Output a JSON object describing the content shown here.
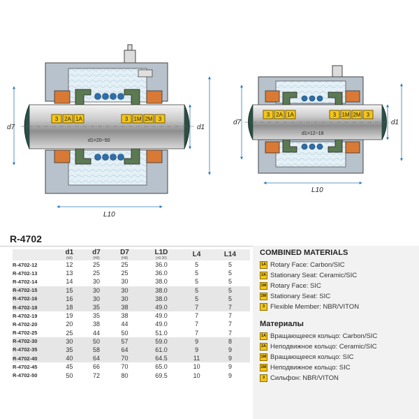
{
  "drawing": {
    "left_labels": {
      "d7": "d7",
      "d1": "d1",
      "L10": "L10",
      "range": "d1=20~50"
    },
    "right_labels": {
      "d7": "d7",
      "d1": "d1",
      "L10": "L10",
      "range": "d1=12~16"
    },
    "part_tags": [
      "3",
      "2A",
      "1A",
      "3",
      "1M",
      "2M",
      "3"
    ]
  },
  "table": {
    "title": "R-4702",
    "headers": [
      {
        "main": "",
        "sub": ""
      },
      {
        "main": "d1",
        "sub": "(h8)"
      },
      {
        "main": "d7",
        "sub": "(H8)"
      },
      {
        "main": "D7",
        "sub": "(H8)"
      },
      {
        "main": "L1D",
        "sub": "(±0.30)"
      },
      {
        "main": "L4",
        "sub": ""
      },
      {
        "main": "L14",
        "sub": ""
      }
    ],
    "rows": [
      {
        "model": "R-4702-12",
        "d1": "12",
        "d7": "25",
        "D7": "25",
        "L1D": "36.0",
        "L4": "5",
        "L14": "5"
      },
      {
        "model": "R-4702-13",
        "d1": "13",
        "d7": "25",
        "D7": "25",
        "L1D": "36.0",
        "L4": "5",
        "L14": "5"
      },
      {
        "model": "R-4702-14",
        "d1": "14",
        "d7": "30",
        "D7": "30",
        "L1D": "38.0",
        "L4": "5",
        "L14": "5"
      },
      {
        "model": "R-4702-15",
        "d1": "15",
        "d7": "30",
        "D7": "30",
        "L1D": "38.0",
        "L4": "5",
        "L14": "5"
      },
      {
        "model": "R-4702-16",
        "d1": "16",
        "d7": "30",
        "D7": "30",
        "L1D": "38.0",
        "L4": "5",
        "L14": "5"
      },
      {
        "model": "R-4702-18",
        "d1": "18",
        "d7": "35",
        "D7": "38",
        "L1D": "49.0",
        "L4": "7",
        "L14": "7"
      },
      {
        "model": "R-4702-19",
        "d1": "19",
        "d7": "35",
        "D7": "38",
        "L1D": "49.0",
        "L4": "7",
        "L14": "7"
      },
      {
        "model": "R-4702-20",
        "d1": "20",
        "d7": "38",
        "D7": "44",
        "L1D": "49.0",
        "L4": "7",
        "L14": "7"
      },
      {
        "model": "R-4702-25",
        "d1": "25",
        "d7": "44",
        "D7": "50",
        "L1D": "51.0",
        "L4": "7",
        "L14": "7"
      },
      {
        "model": "R-4702-30",
        "d1": "30",
        "d7": "50",
        "D7": "57",
        "L1D": "59.0",
        "L4": "9",
        "L14": "8"
      },
      {
        "model": "R-4702-35",
        "d1": "35",
        "d7": "58",
        "D7": "64",
        "L1D": "61.0",
        "L4": "9",
        "L14": "9"
      },
      {
        "model": "R-4702-40",
        "d1": "40",
        "d7": "64",
        "D7": "70",
        "L1D": "64.5",
        "L4": "11",
        "L14": "9"
      },
      {
        "model": "R-4702-45",
        "d1": "45",
        "d7": "66",
        "D7": "70",
        "L1D": "65.0",
        "L4": "10",
        "L14": "9"
      },
      {
        "model": "R-4702-50",
        "d1": "50",
        "d7": "72",
        "D7": "80",
        "L1D": "69.5",
        "L4": "10",
        "L14": "9"
      }
    ]
  },
  "materials": {
    "en_title": "COMBINED MATERIALS",
    "en_items": [
      {
        "tag": "1A",
        "text": "Rotary Face: Carbon/SIC"
      },
      {
        "tag": "2A",
        "text": "Stationary Seat: Ceramic/SIC"
      },
      {
        "tag": "1M",
        "text": "Rotary Face: SIC"
      },
      {
        "tag": "2M",
        "text": "Stationary Seat: SIC"
      },
      {
        "tag": "3",
        "text": "Flexible Member: NBR/VITON"
      }
    ],
    "ru_title": "Материалы",
    "ru_items": [
      {
        "tag": "1A",
        "text": "Вращающееся кольцо: Carbon/SIC"
      },
      {
        "tag": "2A",
        "text": "Неподвижное кольцо: Ceramic/SIC"
      },
      {
        "tag": "1M",
        "text": "Вращающееся кольцо: SIC"
      },
      {
        "tag": "2M",
        "text": "Неподвижное кольцо: SIC"
      },
      {
        "tag": "3",
        "text": "Сильфон: NBR/VITON"
      }
    ]
  }
}
